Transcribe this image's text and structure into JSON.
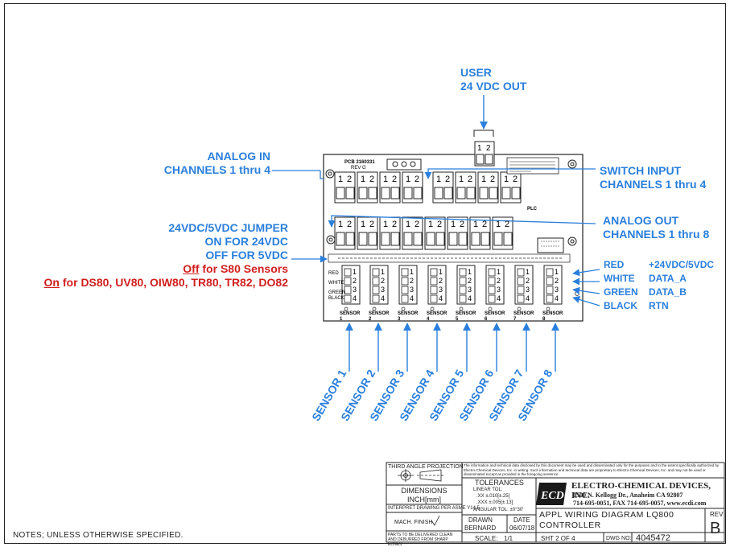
{
  "labels": {
    "user_line1": "USER",
    "user_line2": "24 VDC OUT",
    "analog_in_line1": "ANALOG IN",
    "analog_in_line2": "CHANNELS 1 thru 4",
    "switch_in_line1": "SWITCH INPUT",
    "switch_in_line2": "CHANNELS 1 thru 4",
    "jumper_line1": "24VDC/5VDC JUMPER",
    "jumper_line2": "ON FOR 24VDC",
    "jumper_line3": "OFF FOR 5VDC",
    "off_word": "Off",
    "off_rest": " for S80 Sensors",
    "on_word": "On",
    "on_rest": " for DS80, UV80, OIW80, TR80, TR82, DO82",
    "analog_out_line1": "ANALOG OUT",
    "analog_out_line2": "CHANNELS 1 thru 8"
  },
  "wires": [
    {
      "color": "RED",
      "signal": "+24VDC/5VDC"
    },
    {
      "color": "WHITE",
      "signal": "DATA_A"
    },
    {
      "color": "GREEN",
      "signal": "DATA_B"
    },
    {
      "color": "BLACK",
      "signal": "RTN"
    }
  ],
  "sensors": [
    "SENSOR 1",
    "SENSOR 2",
    "SENSOR 3",
    "SENSOR 4",
    "SENSOR 5",
    "SENSOR 6",
    "SENSOR 7",
    "SENSOR 8"
  ],
  "board": {
    "pcb_label": "PCB 3160331",
    "rev": "REV G",
    "terminal_1": "1",
    "terminal_2": "2",
    "plc": "PLC",
    "sensor_tags": [
      "SENSOR 1",
      "SENSOR 2",
      "SENSOR 3",
      "SENSOR 4",
      "SENSOR 5",
      "SENSOR 6",
      "SENSOR 7",
      "SENSOR 8"
    ],
    "pins": [
      "1",
      "2",
      "3",
      "4"
    ],
    "wire_tags": [
      "RED",
      "WHITE",
      "GREEN",
      "BLACK"
    ]
  },
  "notes": "NOTES;  UNLESS  OTHERWISE  SPECIFIED.",
  "title_block": {
    "projection": "THIRD ANGLE PROJECTION",
    "dimensions": "DIMENSIONS",
    "units": "INCH[mm]",
    "interpret": "INTERPRET DRAWING PER ASME Y14.5",
    "mach_finish": "MACH. FINISH",
    "deliver": "PARTS TO BE DELIVERED CLEAN AND DEBURRED FROM SHARP EDGES",
    "tolerances": "TOLERANCES",
    "linear_tol": "LINEAR TOL:",
    "tol_xx": ".XX      ±.010[±.25]",
    "tol_xxx": ".XXX    ±.005[±.13]",
    "angular_tol": "ANGULAR TOL: ±0°30'",
    "drawn_hdr": "DRAWN",
    "date_hdr": "DATE",
    "drawn_by": "BERNARD",
    "date": "06/07/18",
    "scale_lbl": "SCALE:",
    "scale": "1/1",
    "disclaimer": "The information and technical data disclosed by this document may be used and disseminated only for the purposes and to the extent specifically authorized by Electro-Chemical Devices, Inc. in writing. Such information and technical data are proprietary to Electro-Chemical Devices, Inc. and may not be used or disseminated except as provided in the foregoing sentence.",
    "company": "ELECTRO-CHEMICAL DEVICES, INC.",
    "address": "1500 N. Kellogg Dr., Anaheim CA 92807",
    "phone": "714-695-0051, FAX 714-695-0057, www.ecdi.com",
    "title_line1": "APPL  WIRING  DIAGRAM  LQ800",
    "title_line2": "CONTROLLER",
    "rev_lbl": "REV",
    "rev": "B",
    "sheet": "SHT  2  OF  4",
    "dwg_lbl": "DWG  NO:",
    "dwg_no": "4045472"
  },
  "colors": {
    "accent": "#2a7fdc",
    "alert": "#d21e1e",
    "line": "#222222"
  }
}
